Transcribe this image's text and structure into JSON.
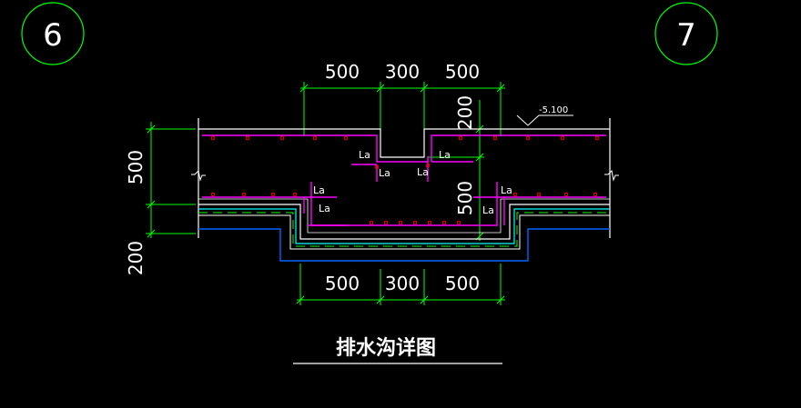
{
  "axis_markers": {
    "left": "6",
    "right": "7"
  },
  "top_dimensions": [
    "500",
    "300",
    "500"
  ],
  "bottom_dimensions": [
    "500",
    "300",
    "500"
  ],
  "left_dimensions": {
    "upper": "500",
    "lower": "200"
  },
  "inner_dimensions": {
    "channel_depth": "200",
    "trench_depth": "500"
  },
  "elevation": "-5.100",
  "anchor_label": "La",
  "title": "排水沟详图",
  "colors": {
    "background": "#000000",
    "outline": "#ffffff",
    "dimension": "#00ff00",
    "rebar": "#ff00ff",
    "rebar_dot": "#ff0000",
    "layer_cyan": "#00ffff",
    "layer_blue": "#0000ff",
    "layer_green": "#00ff00",
    "axis_circle": "#00ff00"
  }
}
